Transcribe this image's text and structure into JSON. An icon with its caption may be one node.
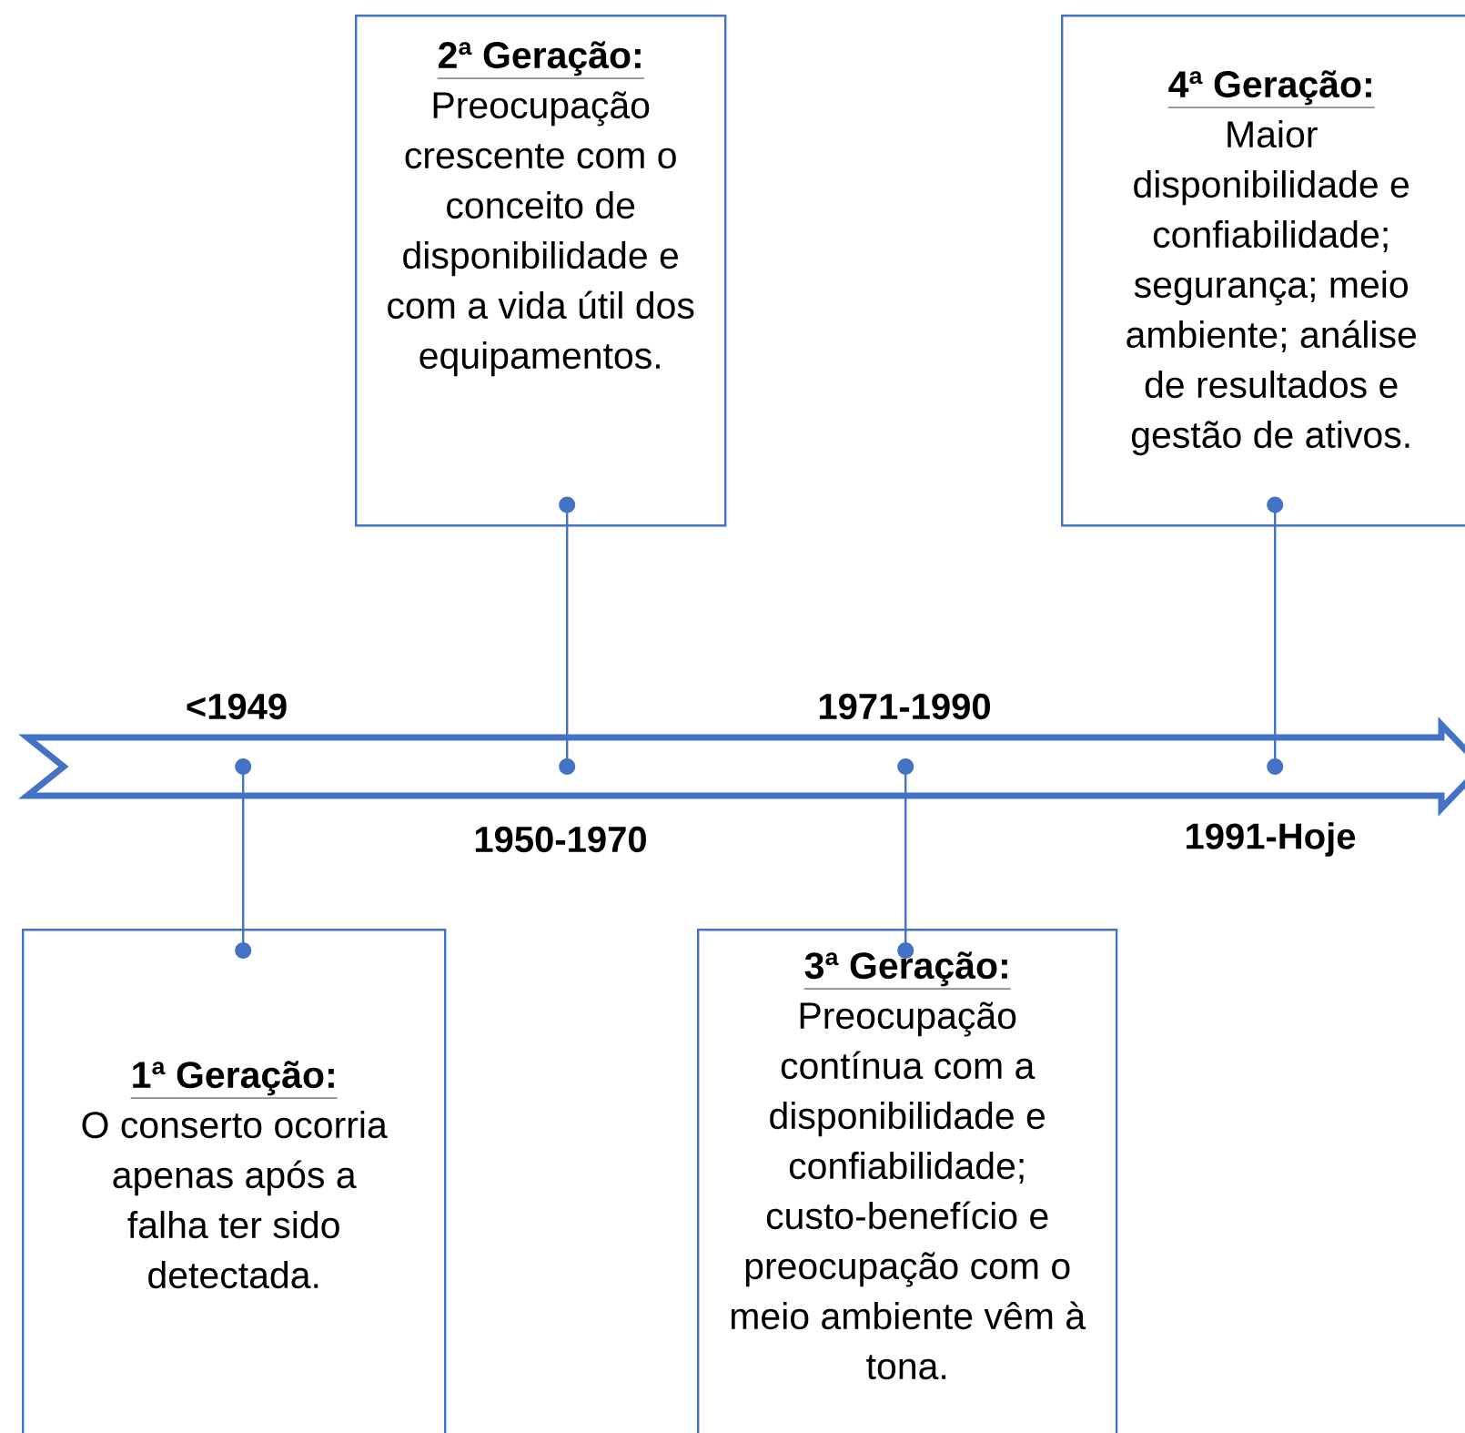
{
  "diagram": {
    "nodes": [
      {
        "text": [
          "2ª Geração:",
          "Preocupação crescente com o conceito de disponibilidade e com a vida útil dos equipamentos."
        ]
      },
      {
        "text": [
          "4ª Geração:",
          "Maior disponibilidade e confiabilidade; segurança; meio ambiente; análise de resultados e gestão de ativos."
        ]
      },
      {
        "text": [],
        "shape": "arrow"
      },
      {
        "text": [
          "1ª Geração:",
          "O conserto ocorria apenas após a falha ter sido detectada."
        ]
      },
      {
        "text": [
          "3ª Geração:",
          "Preocupação contínua com a disponibilidade e confiabilidade; custo-benefício e preocupação com o meio ambiente vêm à tona."
        ]
      }
    ],
    "edges": [
      {
        "from": 0,
        "to": 2,
        "arrow": "other"
      },
      {
        "from": 1,
        "to": 2,
        "arrow": "other"
      },
      {
        "from": 3,
        "to": 2,
        "arrow": "other"
      },
      {
        "from": 4,
        "to": 2,
        "arrow": "other"
      }
    ],
    "labels": [
      "<1949",
      "1971-1990",
      "1950-1970",
      "1991-Hoje"
    ]
  }
}
